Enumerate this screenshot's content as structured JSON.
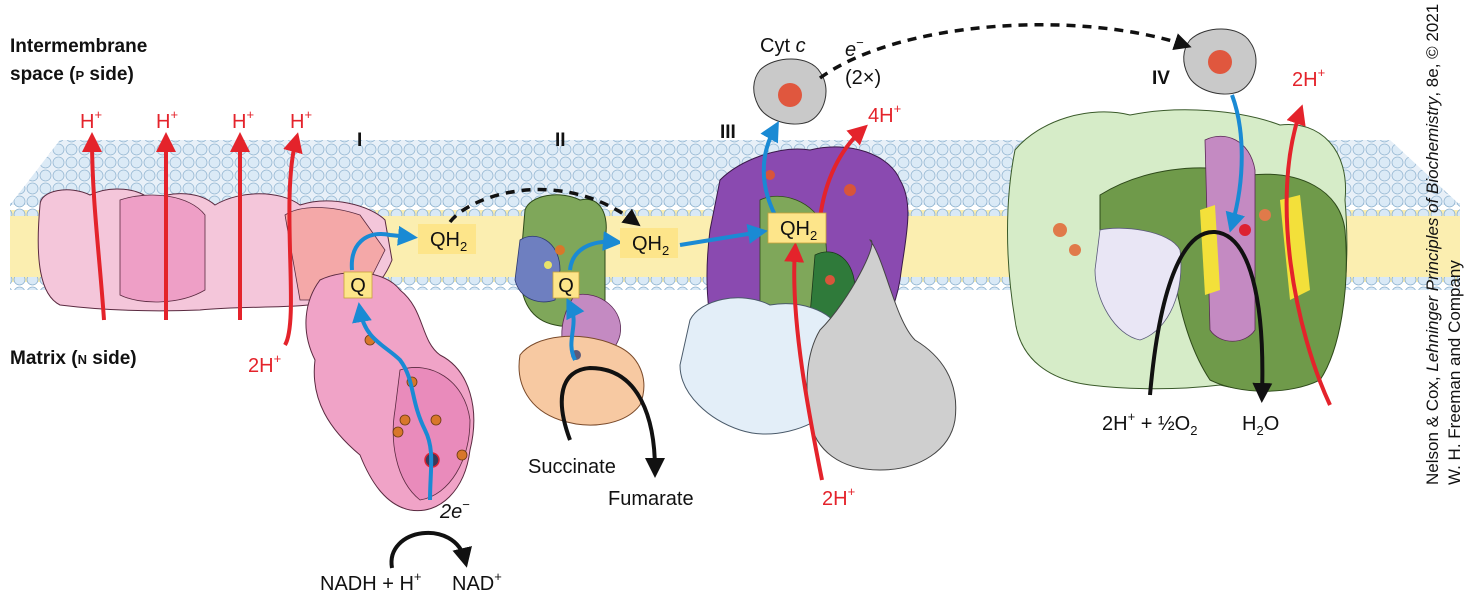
{
  "labels": {
    "intermembrane_line1": "Intermembrane",
    "intermembrane_line2": "space (",
    "p_letter": "P",
    "side_suffix": " side)",
    "matrix_prefix": "Matrix (",
    "n_letter": "N",
    "matrix_suffix": " side)",
    "complex_I": "I",
    "complex_II": "II",
    "complex_III": "III",
    "complex_IV": "IV",
    "h_plus": "H",
    "plus": "+",
    "two_h": "2H",
    "four_h": "4H",
    "q": "Q",
    "qh": "QH",
    "sub2": "2",
    "cyt_c": "Cyt ",
    "cyt_c_italic": "c",
    "e_minus": "e",
    "minus": "−",
    "two_x": "(2×)",
    "two_e": "2e",
    "nadh": "NADH + H",
    "nad": "NAD",
    "succinate": "Succinate",
    "fumarate": "Fumarate",
    "o2_part1": "2H",
    "o2_part2": " + ½O",
    "h2o_h": "H",
    "h2o_o": "O"
  },
  "credit": {
    "line1_a": "Nelson & Cox, ",
    "line1_b": "Lehninger Principles of Biochemistry",
    "line1_c": ", 8e, © 2021",
    "line2": "W. H. Freeman and Company"
  },
  "colors": {
    "proton_red": "#e4232b",
    "electron_blue": "#1a8ad4",
    "membrane_yellow": "#fbeeb0",
    "lipid_head": "#cfe3f3",
    "quinone_box": "#fde58a",
    "complex_I_pink": "#ef9cc4",
    "complex_II_green": "#7fa75a",
    "complex_III_purple": "#7a3a9a",
    "complex_IV_green": "#6f9a4a",
    "cyt_c_gray": "#c8c8c8"
  }
}
